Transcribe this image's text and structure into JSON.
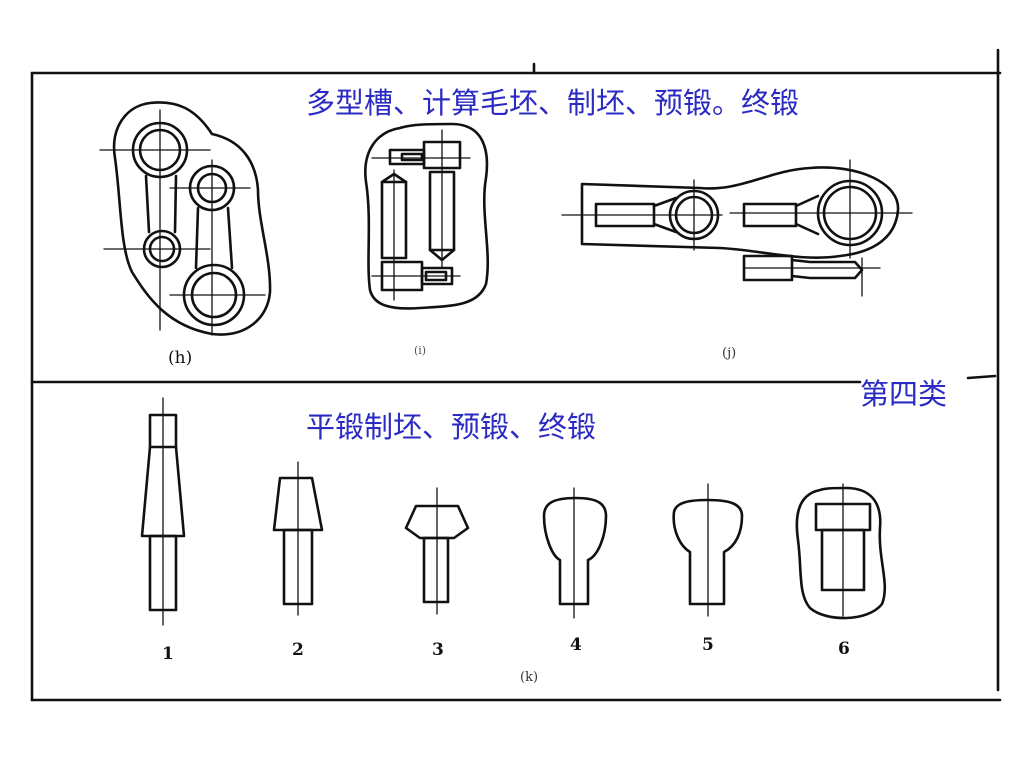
{
  "slide": {
    "top_title": "多型槽、计算毛坯、制坯、预锻。终锻",
    "category_label": "第四类",
    "bottom_title": "平锻制坯、预锻、终锻"
  },
  "figures": {
    "h": "(h)",
    "i": "(i)",
    "j": "(j)",
    "k": "(k)",
    "steps": [
      "1",
      "2",
      "3",
      "4",
      "5",
      "6"
    ]
  },
  "colors": {
    "title": "#2b2bc4",
    "line": "#111111"
  }
}
